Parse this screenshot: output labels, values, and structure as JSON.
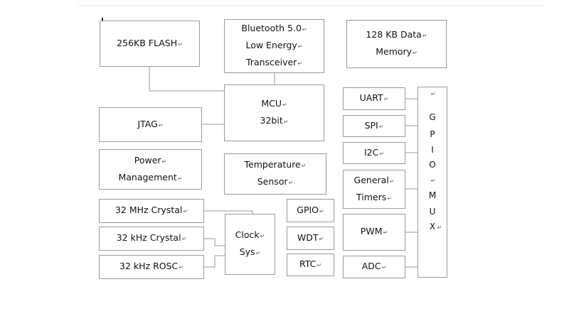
{
  "blocks": {
    "flash": [
      "256KB FLASH"
    ],
    "bluetooth": [
      "Bluetooth 5.0",
      "Low Energy",
      "Transceiver"
    ],
    "data_memory": [
      "128 KB Data",
      "Memory"
    ],
    "mcu": [
      "MCU",
      "32bit"
    ],
    "jtag": [
      "JTAG"
    ],
    "power": [
      "Power",
      "Management"
    ],
    "temp_sensor": [
      "Temperature",
      "Sensor"
    ],
    "crystal_32mhz": [
      "32 MHz Crystal"
    ],
    "crystal_32khz": [
      "32 kHz Crystal"
    ],
    "rosc_32khz": [
      "32 kHz ROSC"
    ],
    "clock_sys": [
      "Clock",
      "Sys"
    ],
    "gpio": [
      "GPIO"
    ],
    "wdt": [
      "WDT"
    ],
    "rtc": [
      "RTC"
    ],
    "uart": [
      "UART"
    ],
    "spi": [
      "SPI"
    ],
    "i2c": [
      "I2C"
    ],
    "timers": [
      "General",
      "Timers"
    ],
    "pwm": [
      "PWM"
    ],
    "adc": [
      "ADC"
    ]
  },
  "gpio_mux_letters": [
    "G",
    "P",
    "I",
    "O",
    "M",
    "U",
    "X"
  ]
}
